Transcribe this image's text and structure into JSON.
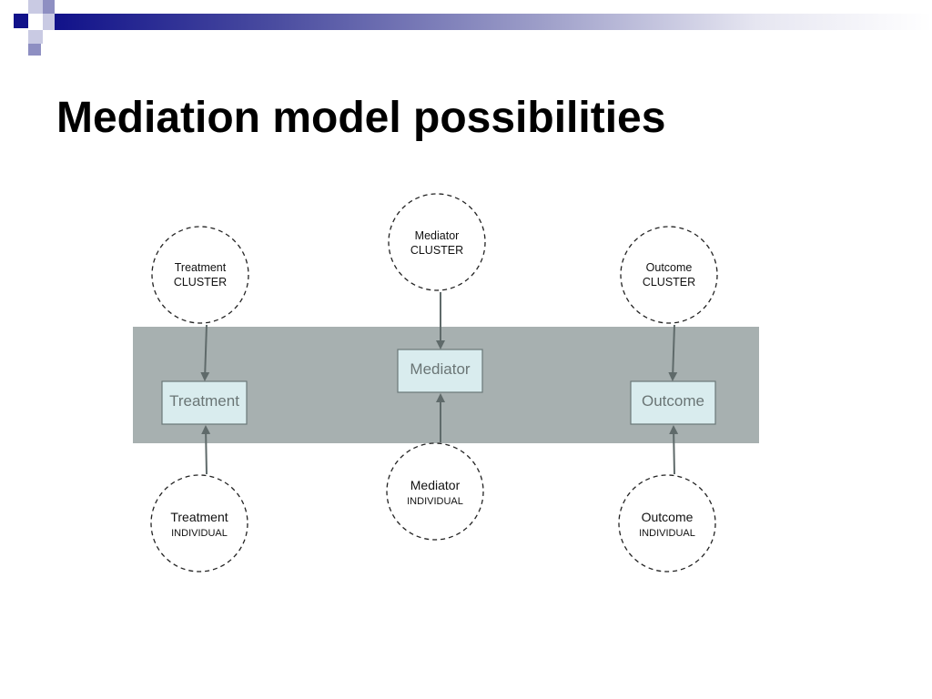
{
  "slide": {
    "title": "Mediation model possibilities"
  },
  "diagram": {
    "band_color": "#a7b0b0",
    "box_fill": "#d9ecee",
    "arrow_color": "#5f6a6a",
    "nodes": {
      "treatment_cluster": {
        "line1": "Treatment",
        "line2": "CLUSTER"
      },
      "mediator_cluster": {
        "line1": "Mediator",
        "line2": "CLUSTER"
      },
      "outcome_cluster": {
        "line1": "Outcome",
        "line2": "CLUSTER"
      },
      "treatment_box": {
        "label": "Treatment"
      },
      "mediator_box": {
        "label": "Mediator"
      },
      "outcome_box": {
        "label": "Outcome"
      },
      "treatment_individual": {
        "line1": "Treatment",
        "line2": "INDIVIDUAL"
      },
      "mediator_individual": {
        "line1": "Mediator",
        "line2": "INDIVIDUAL"
      },
      "outcome_individual": {
        "line1": "Outcome",
        "line2": "INDIVIDUAL"
      }
    }
  }
}
